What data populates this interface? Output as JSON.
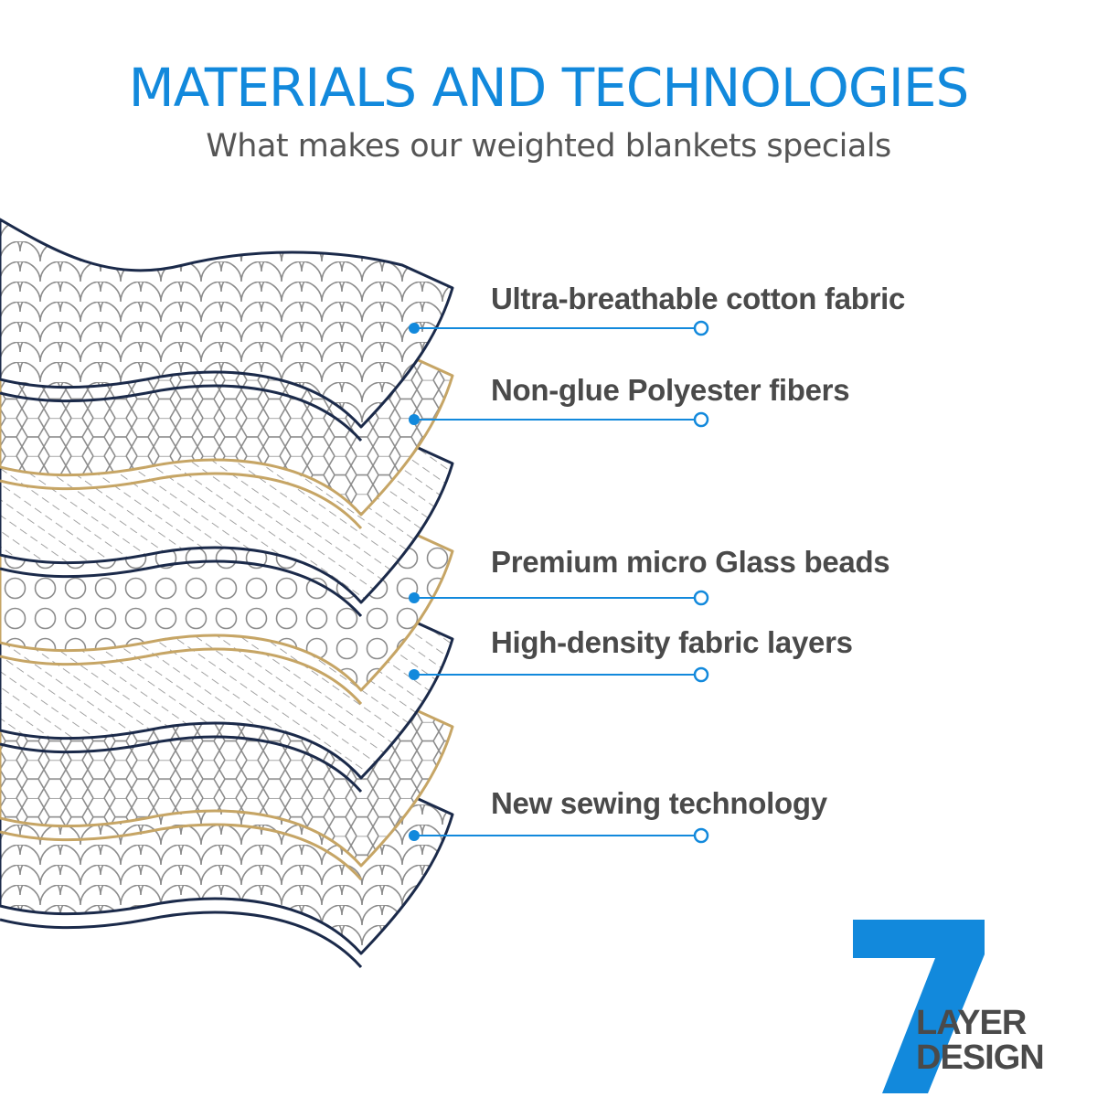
{
  "header": {
    "title": "MATERIALS AND TECHNOLOGIES",
    "subtitle": "What makes our weighted blankets specials"
  },
  "colors": {
    "accent": "#1289dc",
    "navy": "#1b2a4a",
    "gold": "#c6a565",
    "pattern": "#8c8c8c",
    "label_text": "#4a4a4a"
  },
  "layers": [
    {
      "label": "Ultra-breathable cotton fabric",
      "pattern": "scales",
      "outline": "navy"
    },
    {
      "label": "Non-glue Polyester fibers",
      "pattern": "hexagons",
      "outline": "gold"
    },
    {
      "label": "",
      "pattern": "diagonal-lines",
      "outline": "navy"
    },
    {
      "label": "Premium micro Glass beads",
      "pattern": "circles",
      "outline": "gold"
    },
    {
      "label": "High-density fabric layers",
      "pattern": "diagonal-lines",
      "outline": "navy"
    },
    {
      "label": "",
      "pattern": "hexagons",
      "outline": "gold"
    },
    {
      "label": "New sewing technology",
      "pattern": "scales",
      "outline": "navy"
    }
  ],
  "callouts": [
    {
      "label": "Ultra-breathable cotton fabric"
    },
    {
      "label": "Non-glue Polyester fibers"
    },
    {
      "label": "Premium micro Glass beads"
    },
    {
      "label": "High-density fabric layers"
    },
    {
      "label": "New sewing technology"
    }
  ],
  "badge": {
    "number": "7",
    "line1": "LAYER",
    "line2": "DESIGN"
  }
}
